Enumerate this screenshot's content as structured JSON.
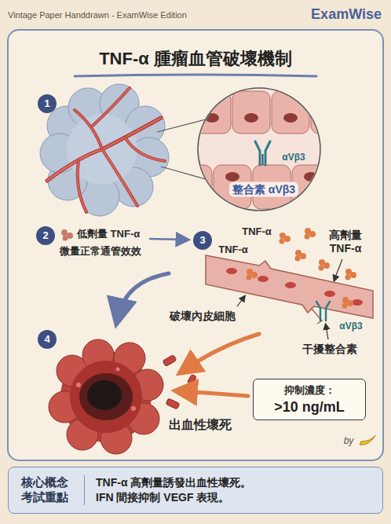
{
  "diagram": {
    "title": "TNF-α 腫瘤血管破壞機制",
    "nodes": [
      {
        "text": [
          "抑制濃度：",
          ">10 ng/mL"
        ]
      },
      {
        "text": [
          "核心概念 考試重點",
          "TNF-α 高劑量誘發出血性壞死。 IFN 間接抑制 VEGF 表現。"
        ]
      }
    ],
    "labels": [
      "Vintage Paper Handdrawn - ExamWise Edition",
      "ExamWise",
      "1",
      "αVβ3",
      "整合素 αVβ3",
      "2",
      "低劑量 TNF-α",
      "微量正常通管效效",
      "3",
      "TNF-α",
      "高劑量 TNF-α",
      "TNF-α",
      "破壞內皮細胞",
      "αVβ3",
      "干擾整合素",
      "4",
      "出血性壞死",
      "by"
    ]
  }
}
